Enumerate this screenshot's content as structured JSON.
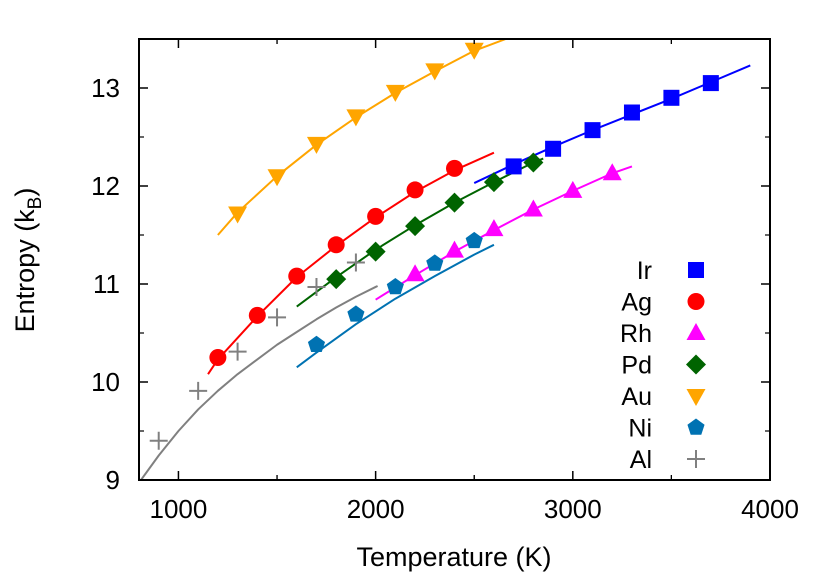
{
  "chart_data": {
    "type": "scatter",
    "xlabel": "Temperature (K)",
    "ylabel": {
      "main": "Entropy (k",
      "sub": "B",
      "close": ")"
    },
    "xlim": [
      800,
      4000
    ],
    "ylim": [
      9,
      13.5
    ],
    "xticks": [
      1000,
      2000,
      3000,
      4000
    ],
    "yticks": [
      9,
      10,
      11,
      12,
      13
    ],
    "grid": false,
    "legend_position": "bottom-right",
    "series": [
      {
        "name": "Ir",
        "marker": "square",
        "color": "#0000ff",
        "points": [
          [
            2700,
            12.2
          ],
          [
            2900,
            12.38
          ],
          [
            3100,
            12.57
          ],
          [
            3300,
            12.75
          ],
          [
            3500,
            12.9
          ],
          [
            3700,
            13.05
          ]
        ],
        "fit": [
          [
            2500,
            12.03
          ],
          [
            2700,
            12.22
          ],
          [
            2900,
            12.4
          ],
          [
            3100,
            12.57
          ],
          [
            3300,
            12.73
          ],
          [
            3500,
            12.89
          ],
          [
            3700,
            13.06
          ],
          [
            3900,
            13.23
          ]
        ]
      },
      {
        "name": "Ag",
        "marker": "circle",
        "color": "#ff0000",
        "points": [
          [
            1200,
            10.25
          ],
          [
            1400,
            10.68
          ],
          [
            1600,
            11.08
          ],
          [
            1800,
            11.4
          ],
          [
            2000,
            11.69
          ],
          [
            2200,
            11.96
          ],
          [
            2400,
            12.18
          ]
        ],
        "fit": [
          [
            1150,
            10.08
          ],
          [
            1200,
            10.23
          ],
          [
            1400,
            10.67
          ],
          [
            1600,
            11.07
          ],
          [
            1800,
            11.39
          ],
          [
            2000,
            11.68
          ],
          [
            2200,
            11.94
          ],
          [
            2400,
            12.16
          ],
          [
            2600,
            12.34
          ]
        ]
      },
      {
        "name": "Rh",
        "marker": "triangle-up",
        "color": "#ff00ff",
        "points": [
          [
            2200,
            11.1
          ],
          [
            2400,
            11.34
          ],
          [
            2600,
            11.56
          ],
          [
            2800,
            11.76
          ],
          [
            3000,
            11.95
          ],
          [
            3200,
            12.13
          ]
        ],
        "fit": [
          [
            2000,
            10.84
          ],
          [
            2200,
            11.09
          ],
          [
            2400,
            11.33
          ],
          [
            2600,
            11.55
          ],
          [
            2800,
            11.76
          ],
          [
            3000,
            11.95
          ],
          [
            3200,
            12.13
          ],
          [
            3300,
            12.2
          ]
        ]
      },
      {
        "name": "Pd",
        "marker": "diamond",
        "color": "#006400",
        "points": [
          [
            1800,
            11.05
          ],
          [
            2000,
            11.33
          ],
          [
            2200,
            11.59
          ],
          [
            2400,
            11.83
          ],
          [
            2600,
            12.04
          ],
          [
            2800,
            12.24
          ]
        ],
        "fit": [
          [
            1600,
            10.77
          ],
          [
            1800,
            11.07
          ],
          [
            2000,
            11.35
          ],
          [
            2200,
            11.6
          ],
          [
            2400,
            11.83
          ],
          [
            2600,
            12.04
          ],
          [
            2800,
            12.24
          ],
          [
            2850,
            12.28
          ]
        ]
      },
      {
        "name": "Au",
        "marker": "triangle-down",
        "color": "#ffa500",
        "points": [
          [
            1300,
            11.72
          ],
          [
            1500,
            12.1
          ],
          [
            1700,
            12.43
          ],
          [
            1900,
            12.71
          ],
          [
            2100,
            12.96
          ],
          [
            2300,
            13.18
          ],
          [
            2500,
            13.39
          ]
        ],
        "fit": [
          [
            1200,
            11.5
          ],
          [
            1300,
            11.73
          ],
          [
            1500,
            12.1
          ],
          [
            1700,
            12.42
          ],
          [
            1900,
            12.7
          ],
          [
            2100,
            12.95
          ],
          [
            2300,
            13.17
          ],
          [
            2500,
            13.38
          ],
          [
            2660,
            13.5
          ]
        ]
      },
      {
        "name": "Ni",
        "marker": "pentagon",
        "color": "#0072b2",
        "points": [
          [
            1700,
            10.38
          ],
          [
            1900,
            10.69
          ],
          [
            2100,
            10.97
          ],
          [
            2300,
            11.21
          ],
          [
            2500,
            11.44
          ]
        ],
        "fit": [
          [
            1600,
            10.15
          ],
          [
            1700,
            10.3
          ],
          [
            1900,
            10.59
          ],
          [
            2100,
            10.85
          ],
          [
            2300,
            11.08
          ],
          [
            2500,
            11.3
          ],
          [
            2600,
            11.4
          ]
        ]
      },
      {
        "name": "Al",
        "marker": "plus",
        "color": "#808080",
        "points": [
          [
            900,
            9.4
          ],
          [
            1100,
            9.91
          ],
          [
            1300,
            10.31
          ],
          [
            1500,
            10.66
          ],
          [
            1700,
            10.97
          ],
          [
            1900,
            11.22
          ]
        ],
        "fit": [
          [
            810,
            9.0
          ],
          [
            900,
            9.25
          ],
          [
            1000,
            9.5
          ],
          [
            1100,
            9.72
          ],
          [
            1200,
            9.91
          ],
          [
            1300,
            10.08
          ],
          [
            1400,
            10.23
          ],
          [
            1500,
            10.38
          ],
          [
            1600,
            10.51
          ],
          [
            1700,
            10.64
          ],
          [
            1800,
            10.76
          ],
          [
            1900,
            10.87
          ],
          [
            2000,
            10.97
          ],
          [
            2010,
            10.98
          ]
        ]
      }
    ]
  }
}
